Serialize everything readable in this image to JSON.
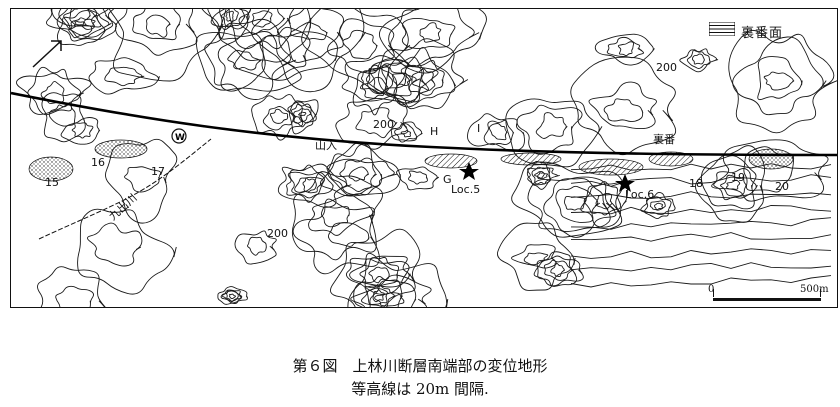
{
  "map": {
    "legend_label": "裏番面",
    "labels": {
      "yamairi": "山入",
      "urabanchi": "裏番",
      "kudegawa": "九出川",
      "H": "H",
      "I": "I",
      "G": "G",
      "loc5": "Loc.5",
      "loc6": "Loc.6",
      "w_mark": "W"
    },
    "contour_labels": {
      "c200a": "200",
      "c200b": "200",
      "c200c": "200"
    },
    "point_numbers": {
      "n15": "15",
      "n16": "16",
      "n17": "17",
      "n18": "18",
      "n19": "19",
      "n20": "20"
    },
    "scale": {
      "start": "0",
      "end": "500m"
    },
    "contour_interval_m": 20
  },
  "caption": {
    "title": "第６図　上林川断層南端部の変位地形",
    "subtitle": "等高線は 20m 間隔."
  }
}
